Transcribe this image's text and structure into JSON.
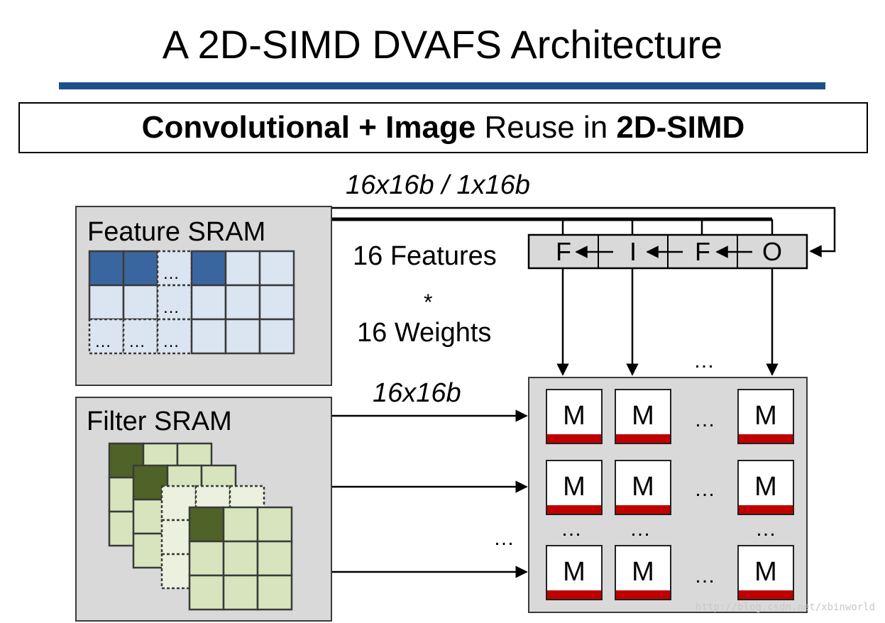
{
  "title": "A 2D-SIMD DVAFS Architecture",
  "banner": {
    "part1": "Convolutional + Image",
    "part2": " Reuse in ",
    "part3": "2D-SIMD"
  },
  "bus_label_top": "16x16b / 1x16b",
  "bus_label_mid": "16x16b",
  "feature_sram": {
    "label": "Feature SRAM",
    "ellipsis": "…"
  },
  "filter_sram": {
    "label": "Filter SRAM"
  },
  "op": {
    "features": "16 Features",
    "times": "*",
    "weights": "16 Weights"
  },
  "fifo": {
    "cells": [
      "F",
      "I",
      "F",
      "O"
    ]
  },
  "mac_array": {
    "cell_label": "M",
    "ellipsis": "…"
  },
  "watermark": "http://blog.csdn.net/xbinworld",
  "colors": {
    "accent_rule": "#1f4e8c",
    "feature_active": "#3a66a0",
    "feature_cell": "#dbe5f1",
    "filter_active": "#4f6228",
    "filter_cell": "#d7e4bd",
    "mac_bar": "#c00000",
    "block_bg": "#d9d9d9"
  }
}
